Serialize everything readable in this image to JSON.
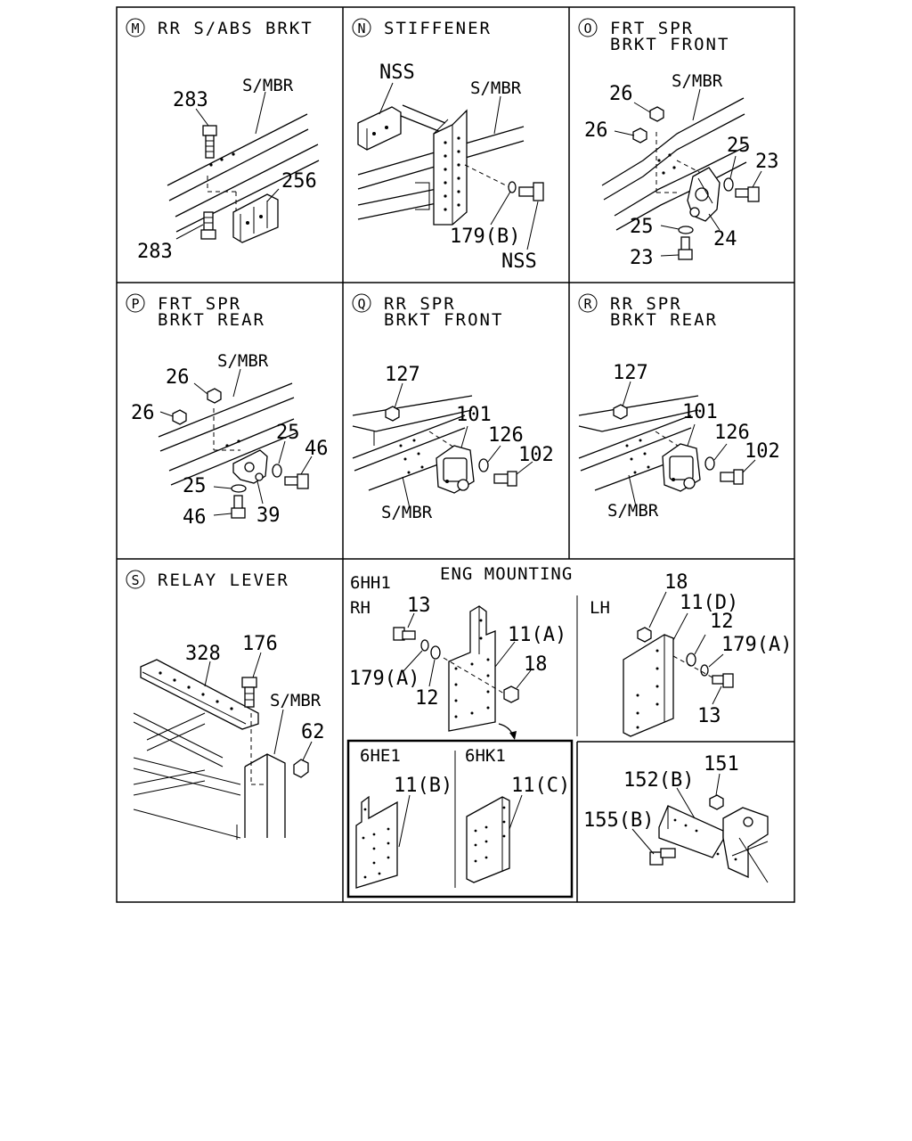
{
  "panels": {
    "M": {
      "letter": "M",
      "title": "RR S/ABS BRKT",
      "frame_label": "S/MBR",
      "callouts": [
        "283",
        "256",
        "283"
      ]
    },
    "N": {
      "letter": "N",
      "title": "STIFFENER",
      "frame_label": "S/MBR",
      "callouts": [
        "NSS",
        "179(B)",
        "NSS"
      ]
    },
    "O": {
      "letter": "O",
      "title": [
        "FRT SPR",
        "BRKT FRONT"
      ],
      "frame_label": "S/MBR",
      "callouts": [
        "26",
        "26",
        "25",
        "23",
        "25",
        "24",
        "23"
      ]
    },
    "P": {
      "letter": "P",
      "title": [
        "FRT SPR",
        "BRKT REAR"
      ],
      "frame_label": "S/MBR",
      "callouts": [
        "26",
        "26",
        "25",
        "46",
        "25",
        "46",
        "39"
      ]
    },
    "Q": {
      "letter": "Q",
      "title": [
        "RR SPR",
        "BRKT FRONT"
      ],
      "frame_label": "S/MBR",
      "callouts": [
        "127",
        "101",
        "126",
        "102"
      ]
    },
    "R": {
      "letter": "R",
      "title": [
        "RR SPR",
        "BRKT REAR"
      ],
      "frame_label": "S/MBR",
      "callouts": [
        "127",
        "101",
        "126",
        "102"
      ]
    },
    "S": {
      "letter": "S",
      "title": "RELAY LEVER",
      "frame_label": "S/MBR",
      "callouts": [
        "328",
        "176",
        "62"
      ]
    },
    "ENG": {
      "title": "ENG MOUNTING",
      "engine": "6HH1",
      "rh": {
        "side": "RH",
        "callouts": [
          "13",
          "11(A)",
          "18",
          "179(A)",
          "12"
        ]
      },
      "lh": {
        "side": "LH",
        "callouts": [
          "18",
          "11(D)",
          "12",
          "179(A)",
          "13"
        ]
      },
      "variants": [
        {
          "engine": "6HE1",
          "callout": "11(B)"
        },
        {
          "engine": "6HK1",
          "callout": "11(C)"
        }
      ],
      "bracket_callouts": [
        "151",
        "152(B)",
        "155(B)"
      ]
    }
  }
}
